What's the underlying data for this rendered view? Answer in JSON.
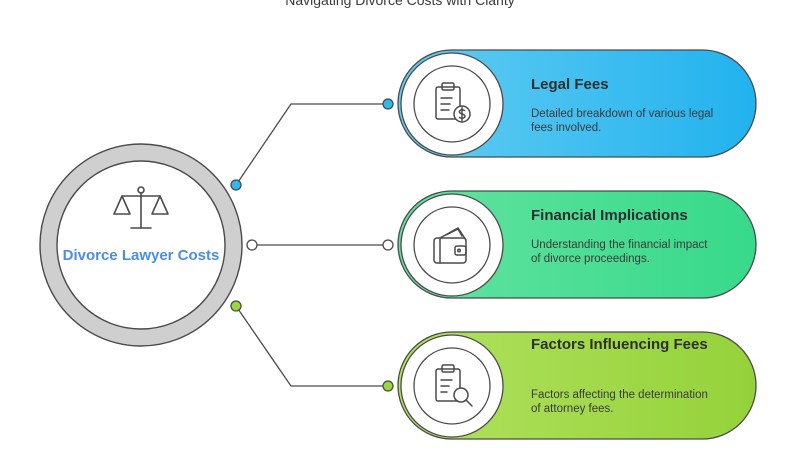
{
  "title": "Navigating Divorce Costs with Clarity",
  "hub": {
    "label": "Divorce Lawyer Costs",
    "icon": "scales-icon",
    "label_color": "#4a8ee8"
  },
  "items": [
    {
      "title": "Legal Fees",
      "description": "Detailed breakdown of various legal fees involved.",
      "icon": "clipboard-dollar-icon",
      "color": "#2fb8ee"
    },
    {
      "title": "Financial Implications",
      "description": "Understanding the financial impact of divorce proceedings.",
      "icon": "wallet-icon",
      "color": "#3ddc8c"
    },
    {
      "title": "Factors Influencing Fees",
      "description": "Factors affecting the determination of attorney fees.",
      "icon": "clipboard-search-icon",
      "color": "#9ad63e"
    }
  ]
}
